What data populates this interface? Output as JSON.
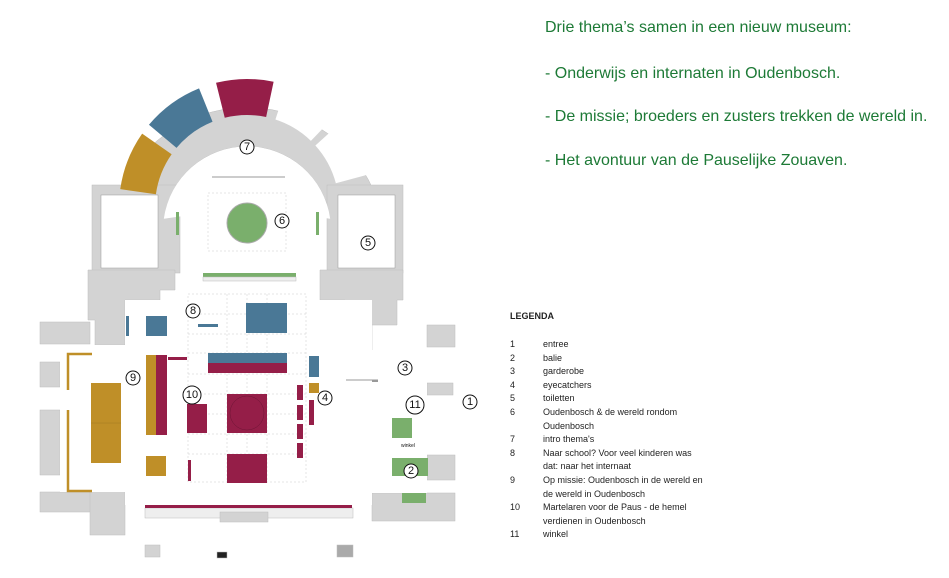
{
  "intro": {
    "heading": "Drie thema’s samen in een nieuw museum:",
    "themes": [
      "- Onderwijs en internaten in Oudenbosch.",
      "- De missie; broeders en zusters trekken de wereld in.",
      "- Het avontuur van de Pauselijke Zouaven."
    ]
  },
  "legend": {
    "title": "LEGENDA",
    "items": [
      {
        "num": "1",
        "label": "entree"
      },
      {
        "num": "2",
        "label": "balie"
      },
      {
        "num": "3",
        "label": "garderobe"
      },
      {
        "num": "4",
        "label": "eyecatchers"
      },
      {
        "num": "5",
        "label": "toiletten"
      },
      {
        "num": "6",
        "label": "Oudenbosch & de wereld rondom Oudenbosch"
      },
      {
        "num": "7",
        "label": "intro thema's"
      },
      {
        "num": "8",
        "label": "Naar school? Voor veel kinderen was dat: naar het internaat"
      },
      {
        "num": "9",
        "label": "Op missie: Oudenbosch in de wereld en de wereld in Oudenbosch"
      },
      {
        "num": "10",
        "label": "Martelaren voor de Paus - de hemel verdienen in Oudenbosch"
      },
      {
        "num": "11",
        "label": "winkel"
      }
    ]
  },
  "plan": {
    "markers": [
      "1",
      "2",
      "3",
      "4",
      "5",
      "6",
      "7",
      "8",
      "9",
      "10",
      "11"
    ],
    "shop_label": "winkel"
  },
  "colors": {
    "text_green": "#1d7a36",
    "zone_gold": "#bf8f28",
    "zone_blue": "#4a7896",
    "zone_crimson": "#951e48",
    "zone_green": "#7aaf6c",
    "wall": "#d3d3d3"
  }
}
